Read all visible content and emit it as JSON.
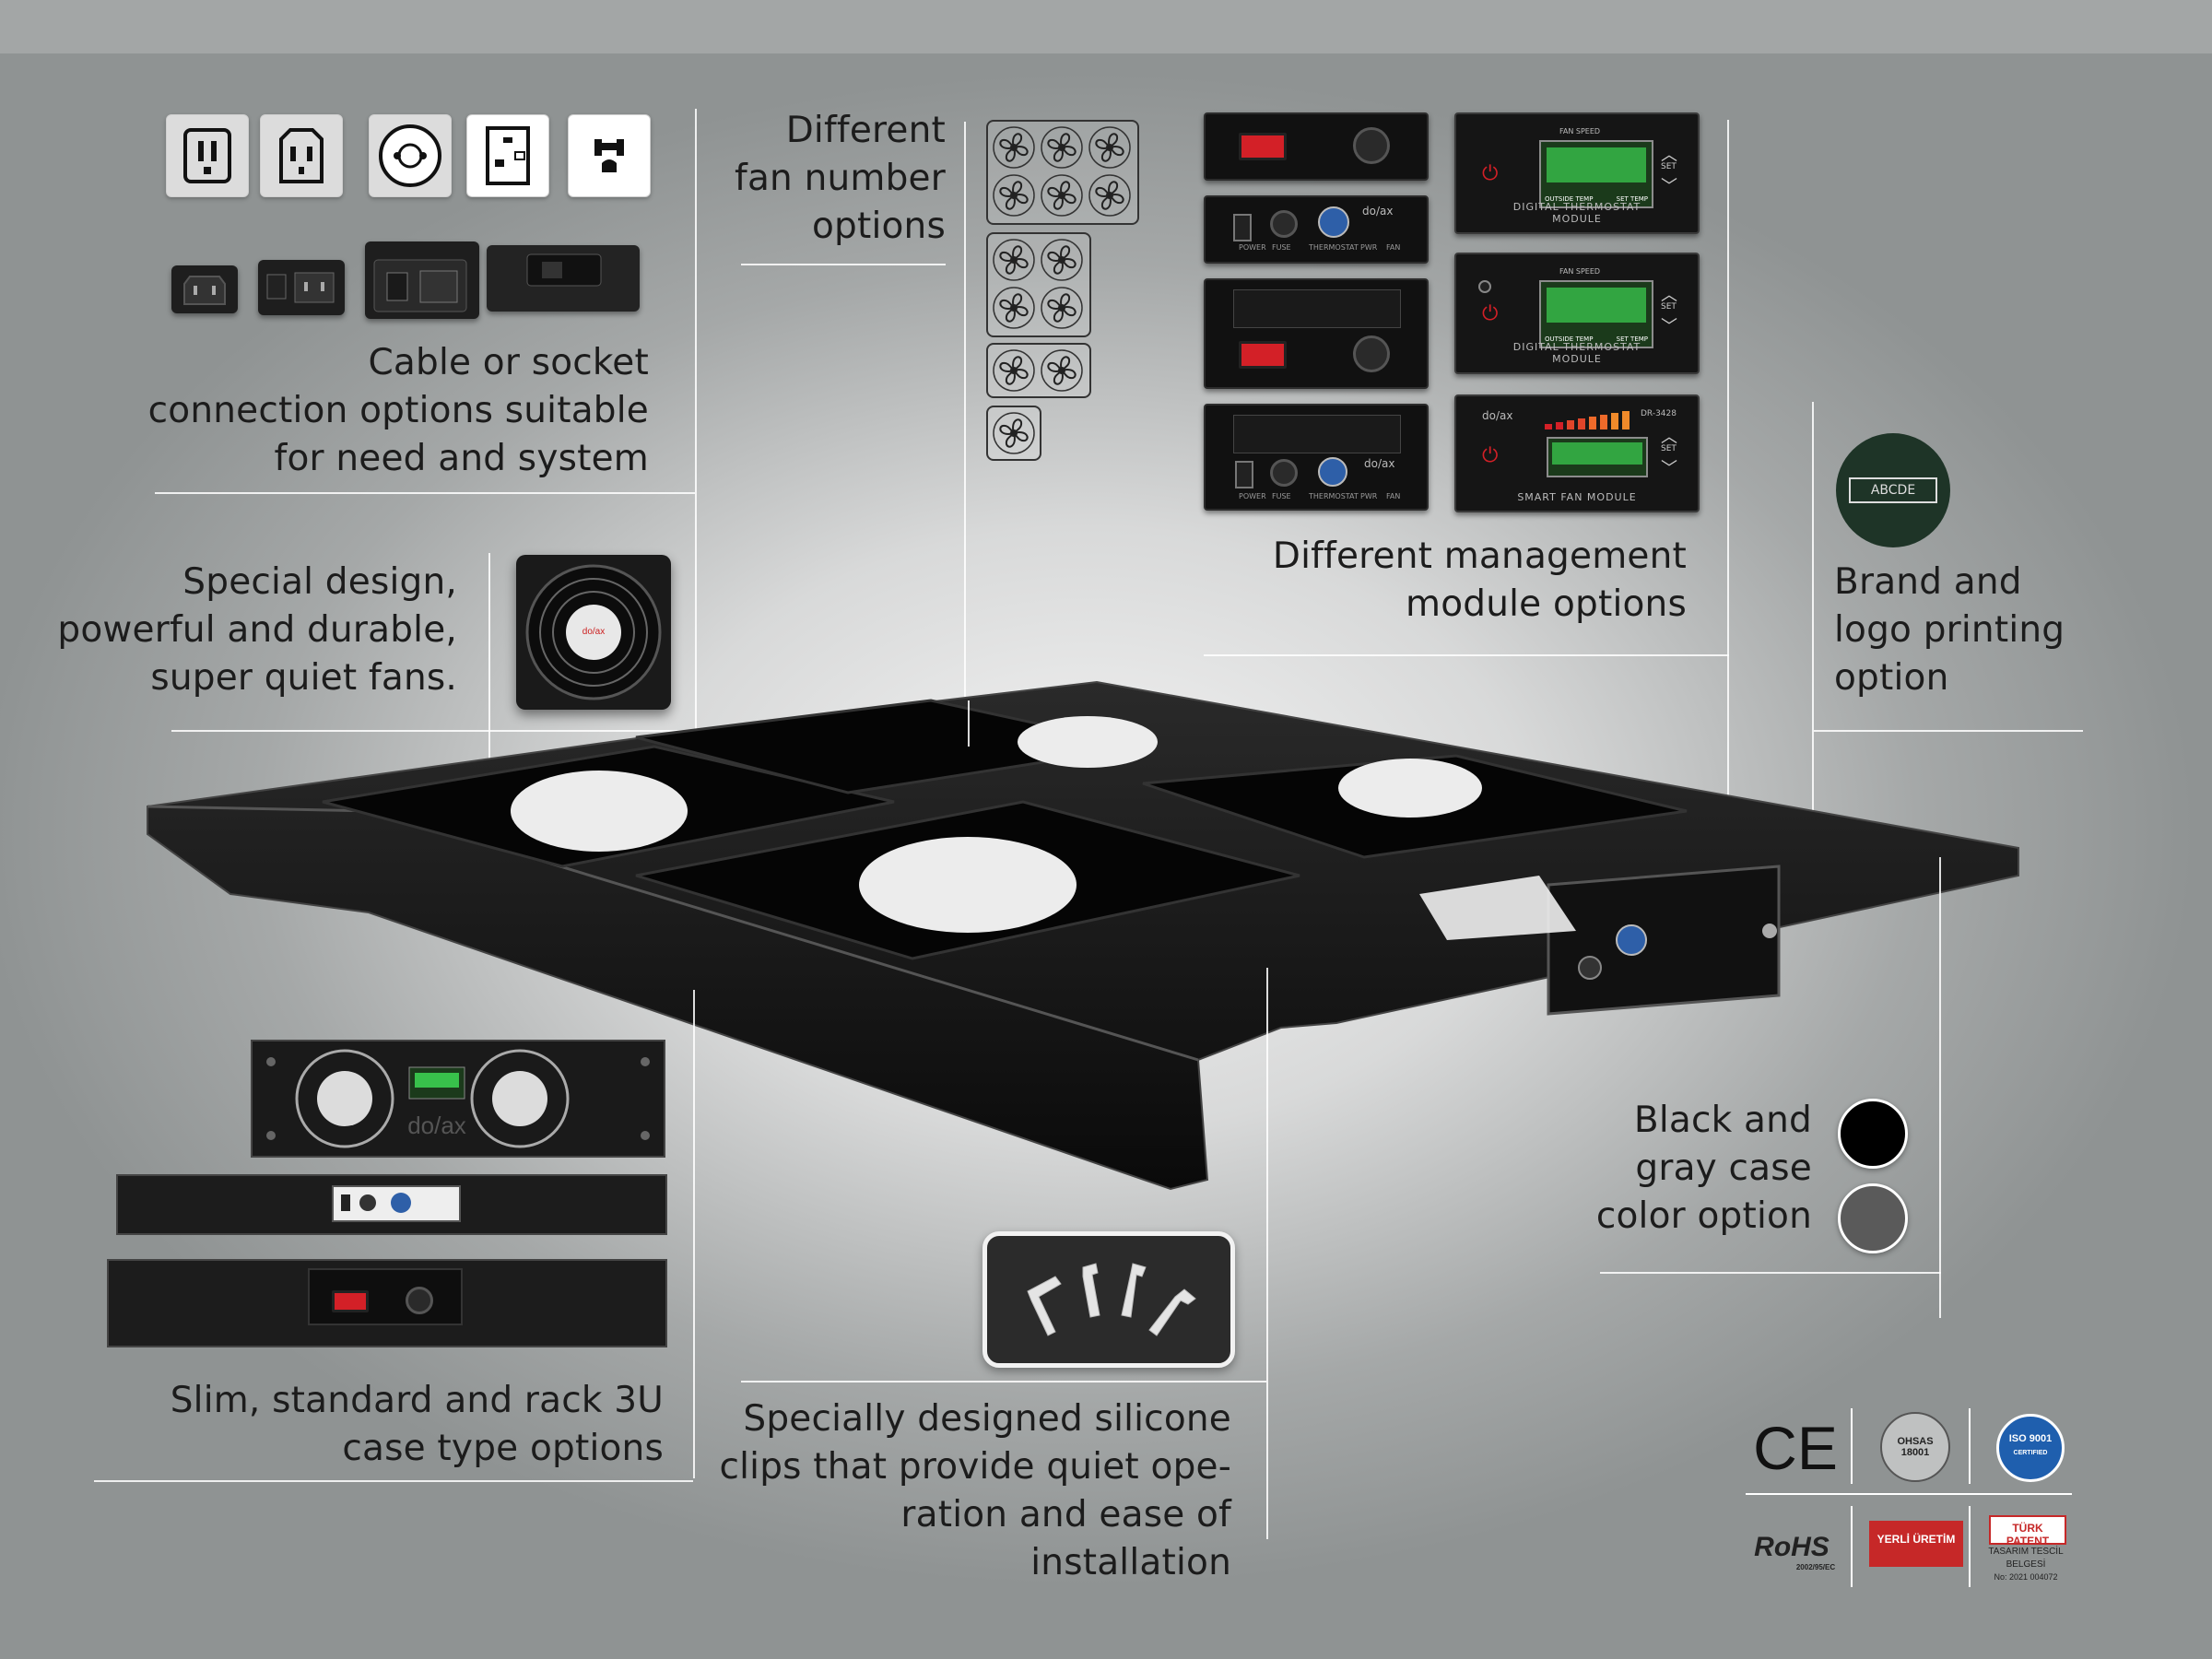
{
  "captions": {
    "cable": [
      "Cable or socket",
      "connection options suitable",
      "for need and system"
    ],
    "fan_number": [
      "Different",
      "fan number",
      "options"
    ],
    "management": [
      "Different management",
      "module options"
    ],
    "brand": [
      "Brand and",
      "logo printing",
      "option"
    ],
    "fans": [
      "Special design,",
      "powerful and durable,",
      "super quiet fans."
    ],
    "color": [
      "Black and",
      "gray case",
      "color option"
    ],
    "case_type": [
      "Slim, standard and rack 3U",
      "case type options"
    ],
    "clips": [
      "Specially designed silicone",
      "clips that provide quiet ope-",
      "ration and ease of installation"
    ]
  },
  "logo_sample": "ABCDE",
  "brand_mark": "dᴏ/ax",
  "module_labels": {
    "digital_1": "DIGITAL THERMOSTAT MODULE",
    "digital_2": "DIGITAL THERMOSTAT MODULE",
    "smart": "SMART FAN MODULE",
    "fan_speed": "FAN SPEED",
    "set": "SET",
    "outside_temp": "OUTSIDE TEMP",
    "set_temp": "SET TEMP",
    "dr_model": "DR-3428"
  },
  "small_panel_labels": {
    "power": "POWER",
    "fuse": "FUSE",
    "thermostat": "THERMOSTAT",
    "pwr": "PWR",
    "fan": "FAN"
  },
  "case_colors": {
    "black": "#000000",
    "gray": "#5a5a5a"
  },
  "certifications": {
    "ce": "CE",
    "ohsas": "OHSAS 18001",
    "iso": "ISO 9001",
    "iso_sub": "CERTIFIED",
    "rohs": "RoHS",
    "rohs_sub": "2002/95/EC",
    "yerli": "YERLİ ÜRETİM",
    "turk": "TÜRK PATENT",
    "tescil": "TASARIM TESCİL",
    "belgesi": "BELGESİ",
    "no": "No: 2021 004072"
  },
  "icons": {
    "sockets": [
      "iec-c19-icon",
      "iec-c13-icon",
      "schuko-icon",
      "uk-bs1363-icon",
      "nema-icon"
    ],
    "fan": "fan-icon",
    "clip": "silicone-clip-icon"
  }
}
